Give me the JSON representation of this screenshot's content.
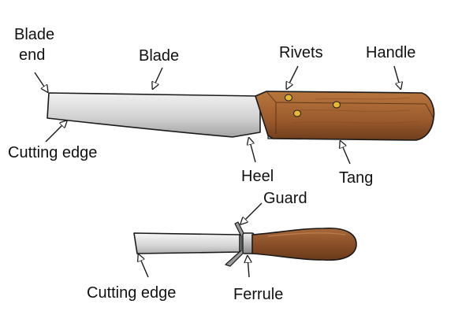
{
  "labels": {
    "blade_end_1": "Blade",
    "blade_end_2": "end",
    "blade": "Blade",
    "rivets": "Rivets",
    "handle": "Handle",
    "cutting_edge_top": "Cutting edge",
    "heel": "Heel",
    "tang": "Tang",
    "guard": "Guard",
    "cutting_edge_bottom": "Cutting edge",
    "ferrule": "Ferrule"
  },
  "colors": {
    "blade_light": "#eeeeee",
    "blade_dark": "#a9a9a9",
    "wood_light": "#b4723c",
    "wood_dark": "#7a4522",
    "rivet": "#e8b830",
    "outline": "#1a1a1a"
  }
}
